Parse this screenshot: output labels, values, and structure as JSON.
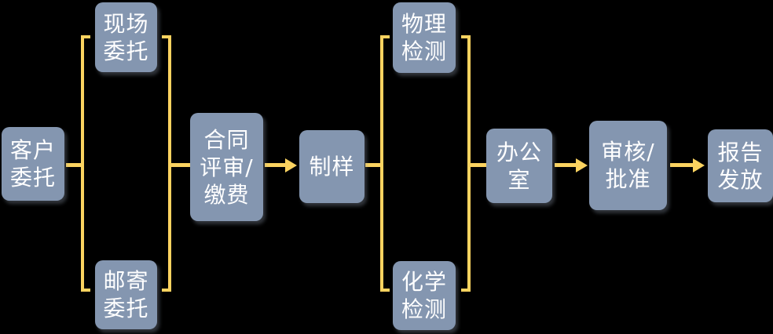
{
  "diagram": {
    "background": "#000000"
  },
  "colors": {
    "node_fill": "#8496B0",
    "node_text": "#FFFFFF",
    "connector": "#FBD360"
  },
  "nodes": [
    {
      "id": "customer-commission",
      "label": "客户\n委托"
    },
    {
      "id": "onsite-commission",
      "label": "现场\n委托"
    },
    {
      "id": "mail-commission",
      "label": "邮寄\n委托"
    },
    {
      "id": "contract-review-payment",
      "label": "合同\n评审/\n缴费"
    },
    {
      "id": "sample-preparation",
      "label": "制样"
    },
    {
      "id": "physical-testing",
      "label": "物理\n检测"
    },
    {
      "id": "chemical-testing",
      "label": "化学\n检测"
    },
    {
      "id": "office",
      "label": "办公\n室"
    },
    {
      "id": "review-approval",
      "label": "审核/\n批准"
    },
    {
      "id": "report-issuance",
      "label": "报告\n发放"
    }
  ],
  "connectors": {
    "arrows": [
      {
        "from": "contract-review-payment",
        "to": "sample-preparation"
      },
      {
        "from": "office",
        "to": "review-approval"
      },
      {
        "from": "review-approval",
        "to": "report-issuance"
      }
    ],
    "brackets": [
      {
        "encloses": [
          "onsite-commission",
          "mail-commission"
        ],
        "left_link": "customer-commission",
        "right_link": "contract-review-payment"
      },
      {
        "encloses": [
          "physical-testing",
          "chemical-testing"
        ],
        "left_link": "sample-preparation",
        "right_link": "office"
      }
    ]
  }
}
